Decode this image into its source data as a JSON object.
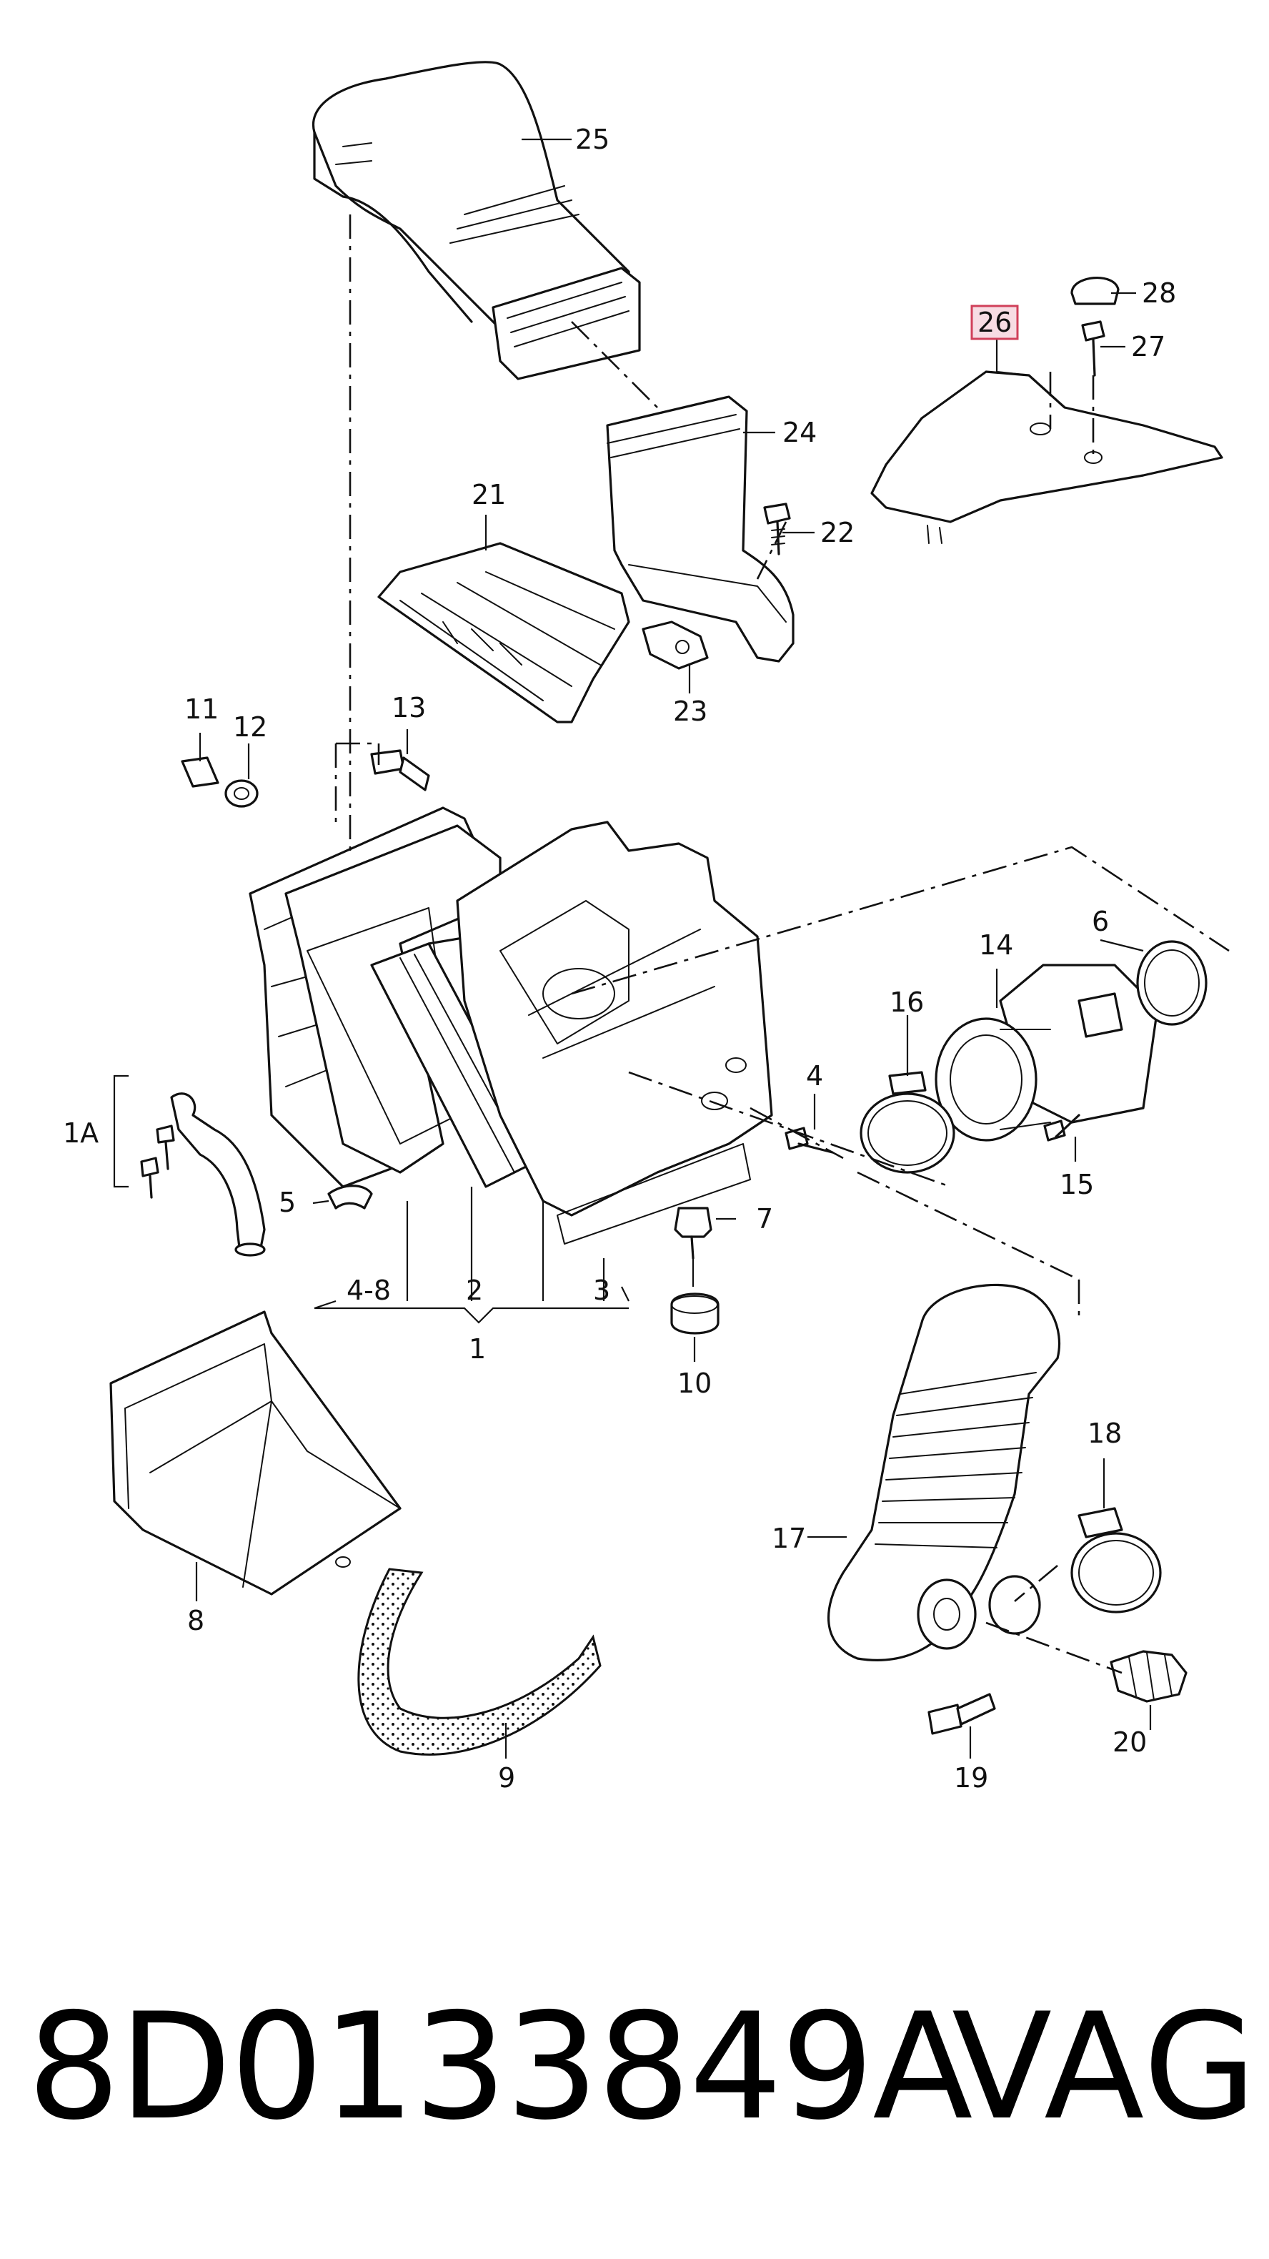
{
  "diagram": {
    "callouts": [
      {
        "id": "1",
        "text": "1"
      },
      {
        "id": "1A",
        "text": "1A"
      },
      {
        "id": "2",
        "text": "2"
      },
      {
        "id": "3",
        "text": "3"
      },
      {
        "id": "4-8",
        "text": "4-8"
      },
      {
        "id": "4",
        "text": "4"
      },
      {
        "id": "5",
        "text": "5"
      },
      {
        "id": "6",
        "text": "6"
      },
      {
        "id": "7",
        "text": "7"
      },
      {
        "id": "8",
        "text": "8"
      },
      {
        "id": "9",
        "text": "9"
      },
      {
        "id": "10",
        "text": "10"
      },
      {
        "id": "11",
        "text": "11"
      },
      {
        "id": "12",
        "text": "12"
      },
      {
        "id": "13",
        "text": "13"
      },
      {
        "id": "14",
        "text": "14"
      },
      {
        "id": "15",
        "text": "15"
      },
      {
        "id": "16",
        "text": "16"
      },
      {
        "id": "17",
        "text": "17"
      },
      {
        "id": "18",
        "text": "18"
      },
      {
        "id": "19",
        "text": "19"
      },
      {
        "id": "20",
        "text": "20"
      },
      {
        "id": "21",
        "text": "21"
      },
      {
        "id": "22",
        "text": "22"
      },
      {
        "id": "23",
        "text": "23"
      },
      {
        "id": "24",
        "text": "24"
      },
      {
        "id": "25",
        "text": "25"
      },
      {
        "id": "26",
        "text": "26"
      },
      {
        "id": "27",
        "text": "27"
      },
      {
        "id": "28",
        "text": "28"
      }
    ],
    "highlighted_callout": "26",
    "highlight_color": "#f7dce3",
    "highlight_border_color": "#d0405a"
  },
  "footer": {
    "part_number": "8D0133849A",
    "brand": "VAG"
  }
}
